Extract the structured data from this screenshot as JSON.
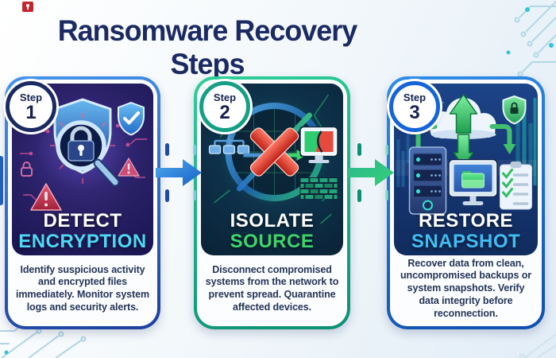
{
  "page": {
    "title": "Ransomware Recovery Steps"
  },
  "colors": {
    "title_navy": "#1b2a63",
    "background": "#f3f8fb",
    "circuit_line": "#9fd0e0",
    "circuit_dot_teal": "#35c4d8",
    "red_lock_mark": "#c1272d"
  },
  "steps": [
    {
      "badge_label": "Step",
      "badge_number": "1",
      "badge_ring_color": "#1b2a63",
      "border_color": "#2a6fd4",
      "heading_line1": "DETECT",
      "heading_line2": "ENCRYPTION",
      "heading_line2_color": "#4fd9f5",
      "description": "Identify suspicious activity and encrypted files immediately. Monitor system logs and security alerts.",
      "icons": [
        "shield-lock-icon",
        "magnifier-icon",
        "check-shield-icon",
        "warning-triangle-icon",
        "circuit-trace-icon"
      ]
    },
    {
      "badge_label": "Step",
      "badge_number": "2",
      "badge_ring_color": "#14a085",
      "border_color": "#19b893",
      "heading_line1": "ISOLATE",
      "heading_line2": "SOURCE",
      "heading_line2_color": "#3fd46a",
      "description": "Disconnect compromised systems from the network to prevent spread. Quarantine affected devices.",
      "icons": [
        "network-tree-icon",
        "red-x-icon",
        "ring-icon",
        "monitor-chart-icon",
        "firewall-bricks-icon"
      ]
    },
    {
      "badge_label": "Step",
      "badge_number": "3",
      "badge_ring_color": "#1565d8",
      "border_color": "#2b8ae8",
      "heading_line1": "RESTORE",
      "heading_line2": "SNAPSHOT",
      "heading_line2_color": "#41bdf2",
      "description": "Recover data from clean, uncompromised backups or system snapshots. Verify data integrity before reconnection.",
      "icons": [
        "cloud-icon",
        "up-down-arrows-icon",
        "server-rack-icon",
        "monitor-folder-icon",
        "checklist-icon",
        "green-shield-lock-icon"
      ]
    }
  ],
  "arrows": [
    {
      "direction": "right",
      "color": "#1e7fd8"
    },
    {
      "direction": "right",
      "color": "#23b288"
    }
  ]
}
